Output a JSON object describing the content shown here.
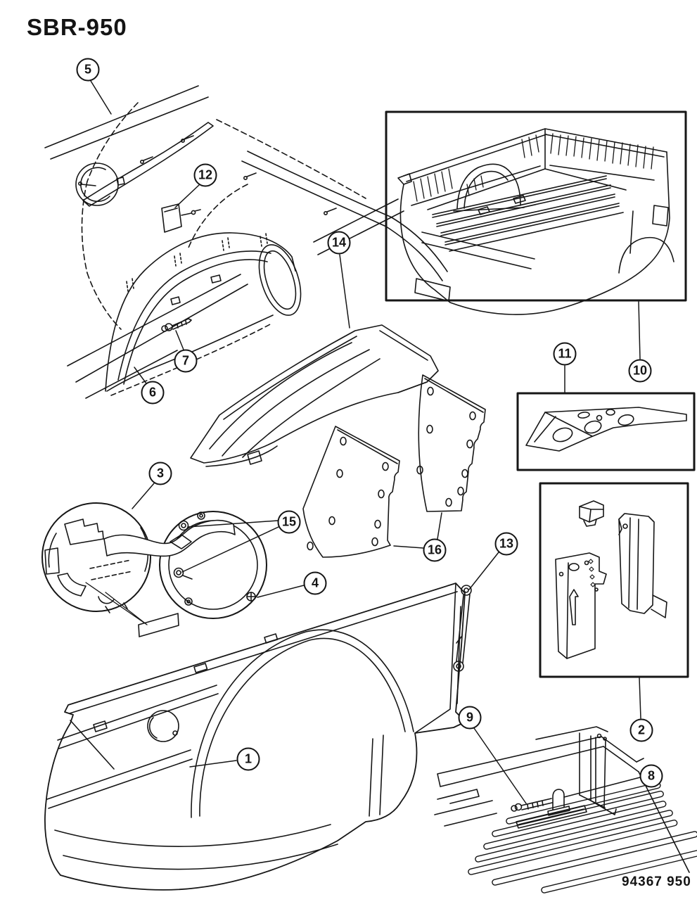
{
  "header": {
    "code": "SBR-950"
  },
  "footer": {
    "code": "94367 950"
  },
  "colors": {
    "ink": "#161616",
    "background": "#ffffff"
  },
  "callouts": [
    "1",
    "2",
    "3",
    "4",
    "5",
    "6",
    "7",
    "8",
    "9",
    "10",
    "11",
    "12",
    "13",
    "14",
    "15",
    "16"
  ]
}
